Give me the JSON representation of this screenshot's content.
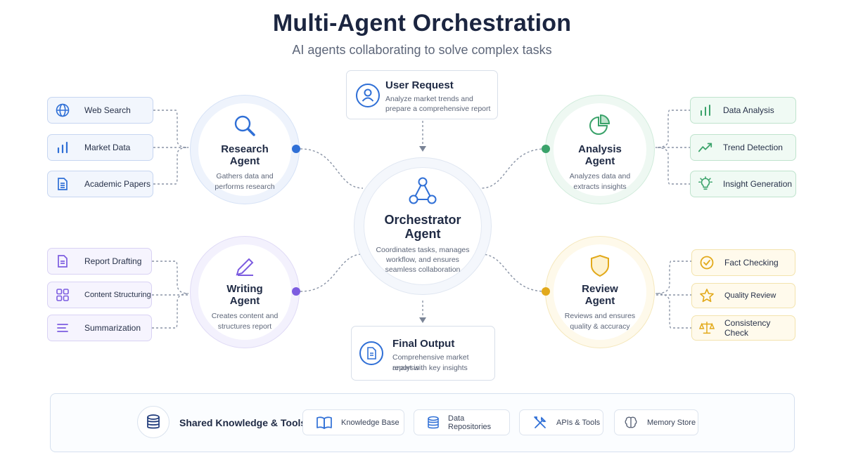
{
  "header": {
    "title": "Multi-Agent Orchestration",
    "subtitle": "AI agents collaborating to solve complex tasks"
  },
  "user_request": {
    "title": "User Request",
    "desc_line1": "Analyze market trends and",
    "desc_line2": "prepare a comprehensive report"
  },
  "final_output": {
    "title": "Final Output",
    "desc_line1": "Comprehensive market analysis",
    "desc_line2": "report with key insights"
  },
  "orchestrator": {
    "name_line1": "Orchestrator",
    "name_line2": "Agent",
    "desc_line1": "Coordinates tasks, manages",
    "desc_line2": "workflow, and ensures",
    "desc_line3": "seamless collaboration"
  },
  "agents": {
    "research": {
      "name_line1": "Research",
      "name_line2": "Agent",
      "desc_line1": "Gathers data and",
      "desc_line2": "performs research"
    },
    "writing": {
      "name_line1": "Writing",
      "name_line2": "Agent",
      "desc_line1": "Creates content and",
      "desc_line2": "structures report"
    },
    "analysis": {
      "name_line1": "Analysis",
      "name_line2": "Agent",
      "desc_line1": "Analyzes data and",
      "desc_line2": "extracts insights"
    },
    "review": {
      "name_line1": "Review",
      "name_line2": "Agent",
      "desc_line1": "Reviews and ensures",
      "desc_line2": "quality & accuracy"
    }
  },
  "research_tools": [
    {
      "label": "Web Search",
      "icon": "globe-icon"
    },
    {
      "label": "Market Data",
      "icon": "bar-chart-icon"
    },
    {
      "label": "Academic Papers",
      "icon": "document-icon"
    }
  ],
  "writing_tools": [
    {
      "label": "Report Drafting",
      "icon": "document-icon"
    },
    {
      "label": "Content Structuring",
      "icon": "grid-icon"
    },
    {
      "label": "Summarization",
      "icon": "list-icon"
    }
  ],
  "analysis_tools": [
    {
      "label": "Data Analysis",
      "icon": "bar-chart-icon"
    },
    {
      "label": "Trend Detection",
      "icon": "trend-icon"
    },
    {
      "label": "Insight Generation",
      "icon": "lightbulb-icon"
    }
  ],
  "review_tools": [
    {
      "label": "Fact Checking",
      "icon": "check-circle-icon"
    },
    {
      "label": "Quality Review",
      "icon": "star-icon"
    },
    {
      "label": "Consistency Check",
      "icon": "scale-icon"
    }
  ],
  "knowledge": {
    "label": "Shared Knowledge & Tools",
    "items": [
      {
        "label": "Knowledge Base",
        "icon": "book-icon"
      },
      {
        "label": "Data Repositories",
        "icon": "database-icon"
      },
      {
        "label": "APIs & Tools",
        "icon": "tools-icon"
      },
      {
        "label": "Memory Store",
        "icon": "brain-icon"
      }
    ]
  },
  "colors": {
    "blue": "#2f6fd6",
    "purple": "#7c5ce0",
    "green": "#3aa26a",
    "gold": "#e2a91a"
  }
}
